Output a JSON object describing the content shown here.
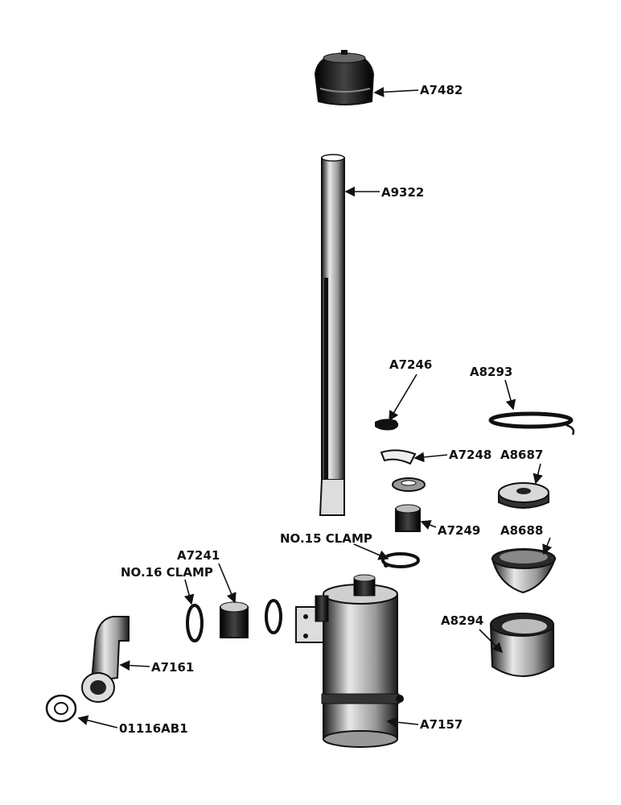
{
  "diagram": {
    "labels": {
      "cap": "A7482",
      "pipe": "A9322",
      "clip_top": "A7246",
      "clip_mid": "A7248",
      "bushing": "A7249",
      "clamp15": "NO.15  CLAMP",
      "sleeve": "A7241",
      "clamp16": "NO.16 CLAMP",
      "elbow": "A7161",
      "gasket": "01116AB1",
      "cleaner": "A7157",
      "gasket_ring": "A8293",
      "disc": "A8687",
      "bowl": "A8688",
      "cup": "A8294"
    },
    "colors": {
      "ink": "#111111",
      "paper": "#ffffff",
      "shade": "#8a8a8a"
    }
  }
}
